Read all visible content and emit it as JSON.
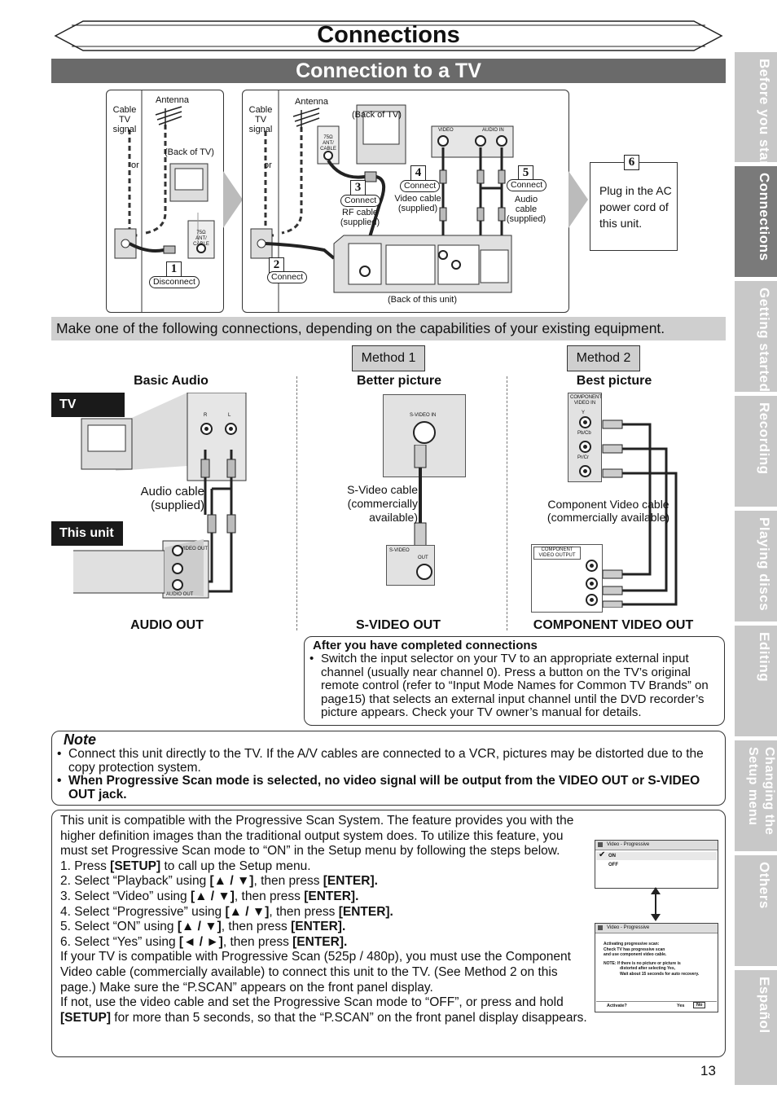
{
  "page": {
    "title": "Connections",
    "subtitle": "Connection to a TV",
    "page_number": "13"
  },
  "side_tabs": [
    {
      "label": "Before you start",
      "active": false
    },
    {
      "label": "Connections",
      "active": true
    },
    {
      "label": "Getting started",
      "active": false
    },
    {
      "label": "Recording",
      "active": false
    },
    {
      "label": "Playing discs",
      "active": false
    },
    {
      "label": "Editing",
      "active": false
    },
    {
      "label": "Changing the Setup menu",
      "active": false
    },
    {
      "label": "Others",
      "active": false
    },
    {
      "label": "Español",
      "active": false
    }
  ],
  "diagram": {
    "p1": {
      "cable_tv_signal": "Cable TV signal",
      "antenna": "Antenna",
      "or": "or",
      "back_of_tv": "(Back of TV)",
      "step_num": "1",
      "step_label": "Disconnect",
      "jack_label": "75Ω ANT/ CABLE"
    },
    "p2": {
      "cable_tv_signal": "Cable TV signal",
      "antenna": "Antenna",
      "or": "or",
      "back_of_tv": "(Back of TV)",
      "back_of_unit": "(Back of this unit)",
      "step2_num": "2",
      "step2_label": "Connect",
      "step3_num": "3",
      "step3_label": "Connect",
      "rf_cable": "RF cable (supplied)",
      "step4_num": "4",
      "step4_label": "Connect",
      "video_cable": "Video cable (supplied)",
      "step5_num": "5",
      "step5_label": "Connect",
      "audio_cable": "Audio cable (supplied)",
      "tv_jack": "75Ω ANT/ CABLE",
      "video_in": "VIDEO",
      "audio_in": "AUDIO IN"
    },
    "p3": {
      "step_num": "6",
      "text": "Plug in the AC power cord of this unit."
    }
  },
  "instruction": "Make one of the following connections, depending on the capabilities of your existing equipment.",
  "methods": {
    "method1": "Method 1",
    "method2": "Method 2"
  },
  "columns": {
    "basic": {
      "heading": "Basic Audio",
      "tv_label": "TV",
      "unit_label": "This unit",
      "cable_label": "Audio cable (supplied)",
      "jack_r": "R",
      "jack_l": "L",
      "video_out": "VIDEO OUT",
      "audio_out_small": "AUDIO OUT",
      "footer": "AUDIO OUT"
    },
    "better": {
      "heading": "Better picture",
      "cable_label": "S-Video cable (commercially available)",
      "svideo_in": "S-VIDEO IN",
      "svideo": "S-VIDEO",
      "out": "OUT",
      "footer": "S-VIDEO OUT"
    },
    "best": {
      "heading": "Best picture",
      "cable_label": "Component Video cable (commercially available)",
      "comp_in": "COMPONENT VIDEO IN",
      "comp_out": "COMPONENT VIDEO OUTPUT",
      "y": "Y",
      "pb": "Pb/Cb",
      "pr": "Pr/Cr",
      "footer": "COMPONENT VIDEO OUT"
    }
  },
  "after": {
    "title": "After you have completed connections",
    "text": "Switch the input selector on your TV to an appropriate external input channel (usually near channel 0). Press a button on the TV’s original remote control (refer to “Input Mode Names for Common TV Brands” on page15) that selects an external input channel until the DVD recorder’s picture appears. Check your TV owner’s manual for details."
  },
  "note": {
    "title": "Note",
    "item1": "Connect this unit directly to the TV. If the A/V cables are connected to a VCR, pictures may be distorted due to the copy protection system.",
    "item2": "When Progressive Scan mode is selected, no video signal will be output from the VIDEO OUT or S-VIDEO OUT jack."
  },
  "progressive": {
    "intro": "This unit is compatible with the Progressive Scan System. The feature provides you with the higher definition images than the traditional output system does. To utilize this feature, you must set Progressive Scan mode to “ON” in the Setup menu by following the steps below.",
    "s1a": "1. Press ",
    "s1b": "[SETUP]",
    "s1c": " to call up the Setup menu.",
    "s2a": "2. Select “Playback” using ",
    "s2b": "[▲ / ▼]",
    "s2c": ", then press ",
    "s2d": "[ENTER].",
    "s3a": "3. Select “Video” using ",
    "s3b": "[▲ / ▼]",
    "s3c": ", then press ",
    "s3d": "[ENTER].",
    "s4a": "4. Select “Progressive” using ",
    "s4b": "[▲ / ▼]",
    "s4c": ", then press ",
    "s4d": "[ENTER].",
    "s5a": "5. Select “ON” using ",
    "s5b": "[▲ / ▼]",
    "s5c": ", then press ",
    "s5d": "[ENTER].",
    "s6a": "6. Select “Yes” using ",
    "s6b": "[◄ / ►]",
    "s6c": ", then press ",
    "s6d": "[ENTER].",
    "p2": "If your TV is compatible with Progressive Scan (525p / 480p), you must use the Component Video cable (commercially available) to connect this unit to the TV. (See Method 2 on this page.) Make sure the “P.SCAN” appears on the front panel display.",
    "p3a": "If not, use the video cable and set the Progressive Scan mode to “OFF”, or press and hold ",
    "p3b": "[SETUP]",
    "p3c": " for more than 5 seconds, so that the “P.SCAN” on the front panel display disappears.",
    "screen1": {
      "header": "Video - Progressive",
      "on": "ON",
      "off": "OFF",
      "check": "✔"
    },
    "screen2": {
      "header": "Video - Progressive",
      "msg1": "Activating progressive scan:",
      "msg2": "Check TV has progressive scan",
      "msg3": "and use component video cable.",
      "msg4": "NOTE: If there is no picture or picture is",
      "msg5": "distorted after selecting Yes,",
      "msg6": "Wait about 15 seconds for auto recovery.",
      "activate": "Activate?",
      "yes": "Yes",
      "no": "No"
    }
  }
}
